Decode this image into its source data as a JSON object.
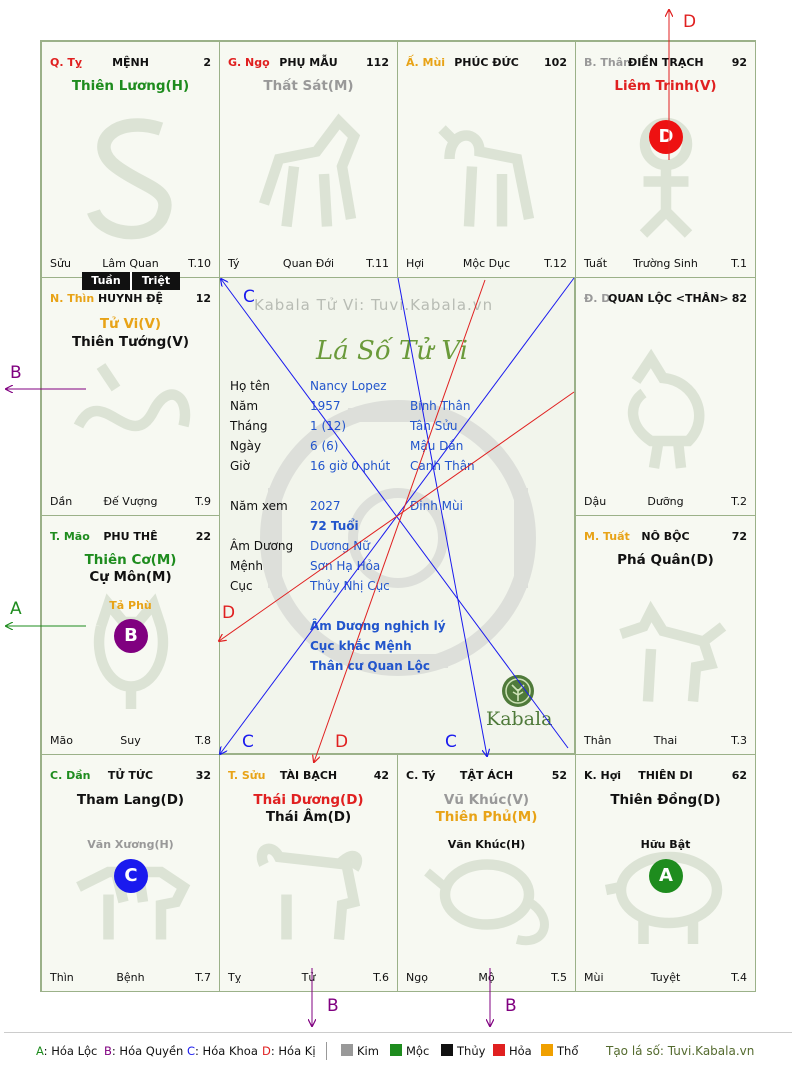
{
  "cells": [
    {
      "id": "menh",
      "can_chi": "Q. Tỵ",
      "can_color": "#e02020",
      "palace": "MỆNH",
      "number": "2",
      "stars": [
        {
          "text": "Thiên Lương(H)",
          "color": "#1e8c1e"
        }
      ],
      "minors": [],
      "footer": {
        "left": "Sửu",
        "mid": "Lâm Quan",
        "right": "T.10"
      }
    },
    {
      "id": "phumau",
      "can_chi": "G. Ngọ",
      "can_color": "#e02020",
      "palace": "PHỤ MẪU",
      "number": "112",
      "stars": [
        {
          "text": "Thất Sát(M)",
          "color": "#999999"
        }
      ],
      "minors": [],
      "footer": {
        "left": "Tý",
        "mid": "Quan Đới",
        "right": "T.11"
      }
    },
    {
      "id": "phucduc",
      "can_chi": "Ấ. Mùi",
      "can_color": "#e8a317",
      "palace": "PHÚC ĐỨC",
      "number": "102",
      "stars": [],
      "minors": [],
      "footer": {
        "left": "Hợi",
        "mid": "Mộc Dục",
        "right": "T.12"
      }
    },
    {
      "id": "dientrach",
      "can_chi": "B. Thân",
      "can_color": "#999999",
      "palace": "ĐIỀN TRẠCH",
      "number": "92",
      "stars": [
        {
          "text": "Liêm Trinh(V)",
          "color": "#e02020"
        }
      ],
      "minors": [],
      "footer": {
        "left": "Tuất",
        "mid": "Trường Sinh",
        "right": "T.1"
      }
    },
    {
      "id": "huynhde",
      "can_chi": "N. Thìn",
      "can_color": "#e8a317",
      "palace": "HUYNH ĐỆ",
      "number": "12",
      "stars": [
        {
          "text": "Tử Vi(V)",
          "color": "#e8a317"
        },
        {
          "text": "Thiên Tướng(V)",
          "color": "#111111"
        }
      ],
      "minors": [],
      "footer": {
        "left": "Dần",
        "mid": "Đế Vượng",
        "right": "T.9"
      }
    },
    {
      "id": "quanloc",
      "can_chi": "Đ. D",
      "can_color": "#999999",
      "palace": "QUAN LỘC <THÂN>",
      "number": "82",
      "stars": [],
      "minors": [],
      "footer": {
        "left": "Dậu",
        "mid": "Dưỡng",
        "right": "T.2"
      }
    },
    {
      "id": "phuthe",
      "can_chi": "T. Mão",
      "can_color": "#1e8c1e",
      "palace": "PHU THÊ",
      "number": "22",
      "stars": [
        {
          "text": "Thiên Cơ(M)",
          "color": "#1e8c1e"
        },
        {
          "text": "Cự Môn(M)",
          "color": "#111111"
        }
      ],
      "minors": [
        {
          "text": "Tả Phù",
          "color": "#e8a317"
        }
      ],
      "footer": {
        "left": "Mão",
        "mid": "Suy",
        "right": "T.8"
      }
    },
    {
      "id": "nopboc",
      "can_chi": "M. Tuất",
      "can_color": "#e8a317",
      "palace": "NÔ BỘC",
      "number": "72",
      "stars": [
        {
          "text": "Phá Quân(D)",
          "color": "#111111"
        }
      ],
      "minors": [],
      "footer": {
        "left": "Thân",
        "mid": "Thai",
        "right": "T.3"
      }
    },
    {
      "id": "tutuc",
      "can_chi": "C. Dần",
      "can_color": "#1e8c1e",
      "palace": "TỬ TỨC",
      "number": "32",
      "stars": [
        {
          "text": "Tham Lang(D)",
          "color": "#111111"
        }
      ],
      "minors": [
        {
          "text": "Văn Xương(H)",
          "color": "#999999"
        }
      ],
      "footer": {
        "left": "Thìn",
        "mid": "Bệnh",
        "right": "T.7"
      }
    },
    {
      "id": "taibach",
      "can_chi": "T. Sửu",
      "can_color": "#e8a317",
      "palace": "TÀI BẠCH",
      "number": "42",
      "stars": [
        {
          "text": "Thái Dương(D)",
          "color": "#e02020"
        },
        {
          "text": "Thái Âm(D)",
          "color": "#111111"
        }
      ],
      "minors": [],
      "footer": {
        "left": "Tỵ",
        "mid": "Tử",
        "right": "T.6"
      }
    },
    {
      "id": "tatach",
      "can_chi": "C. Tý",
      "can_color": "#111111",
      "palace": "TẬT ÁCH",
      "number": "52",
      "stars": [
        {
          "text": "Vũ Khúc(V)",
          "color": "#999999"
        },
        {
          "text": "Thiên Phủ(M)",
          "color": "#e8a317"
        }
      ],
      "minors": [
        {
          "text": "Văn Khúc(H)",
          "color": "#111111"
        }
      ],
      "footer": {
        "left": "Ngọ",
        "mid": "Mộ",
        "right": "T.5"
      }
    },
    {
      "id": "thiendi",
      "can_chi": "K. Hợi",
      "can_color": "#111111",
      "palace": "THIÊN DI",
      "number": "62",
      "stars": [
        {
          "text": "Thiên Đồng(D)",
          "color": "#111111"
        }
      ],
      "minors": [
        {
          "text": "Hữu Bật",
          "color": "#111111"
        }
      ],
      "footer": {
        "left": "Mùi",
        "mid": "Tuyệt",
        "right": "T.4"
      }
    }
  ],
  "badges": {
    "D": "D",
    "B": "B",
    "C": "C",
    "A": "A"
  },
  "tuan_triet": [
    "Tuần",
    "Triệt"
  ],
  "center": {
    "watermark": "Kabala Tử Vi: Tuvi.Kabala.vn",
    "title": "Lá Số Tử Vi",
    "rows": [
      {
        "label": "Họ tên",
        "value": "Nancy Lopez",
        "extra": ""
      },
      {
        "label": "Năm",
        "value": "1957",
        "extra": "Bính Thân"
      },
      {
        "label": "Tháng",
        "value": "1  (12)",
        "extra": "Tân Sửu"
      },
      {
        "label": "Ngày",
        "value": "6  (6)",
        "extra": "Mậu Dần"
      },
      {
        "label": "Giờ",
        "value": "16 giờ 0 phút",
        "extra": "Canh Thân"
      }
    ],
    "nam_xem": {
      "label": "Năm xem",
      "value": "2027",
      "extra": "Đinh Mùi"
    },
    "tuoi": "72 Tuổi",
    "rows2": [
      {
        "label": "Âm Dương",
        "value": "Dương Nữ"
      },
      {
        "label": "Mệnh",
        "value": "Sơn Hạ Hỏa"
      },
      {
        "label": "Cục",
        "value": "Thủy Nhị Cục"
      }
    ],
    "notes": [
      "Âm Dương nghịch lý",
      "Cục khắc Mệnh",
      "Thân cư Quan Lộc"
    ],
    "brand": "Kabala"
  },
  "markers": {
    "D": "D",
    "B": "B",
    "A": "A",
    "C": "C"
  },
  "legend": {
    "hoa": [
      {
        "key": "A",
        "text": ": Hóa Lộc",
        "color": "#1e8c1e"
      },
      {
        "key": "B",
        "text": ": Hóa Quyền",
        "color": "#800080"
      },
      {
        "key": "C",
        "text": ": Hóa Khoa",
        "color": "#1a1aee"
      },
      {
        "key": "D",
        "text": ": Hóa Kị",
        "color": "#e02020"
      }
    ],
    "elements": [
      {
        "name": "Kim",
        "color": "#999999"
      },
      {
        "name": "Mộc",
        "color": "#1e8c1e"
      },
      {
        "name": "Thủy",
        "color": "#111111"
      },
      {
        "name": "Hỏa",
        "color": "#e02020"
      },
      {
        "name": "Thổ",
        "color": "#f0a000"
      }
    ],
    "site": "Tạo lá số: Tuvi.Kabala.vn"
  },
  "colors": {
    "grid": "#9bb189",
    "blue": "#1a1aee",
    "red": "#e02020",
    "purple": "#800080",
    "green": "#1e8c1e"
  }
}
